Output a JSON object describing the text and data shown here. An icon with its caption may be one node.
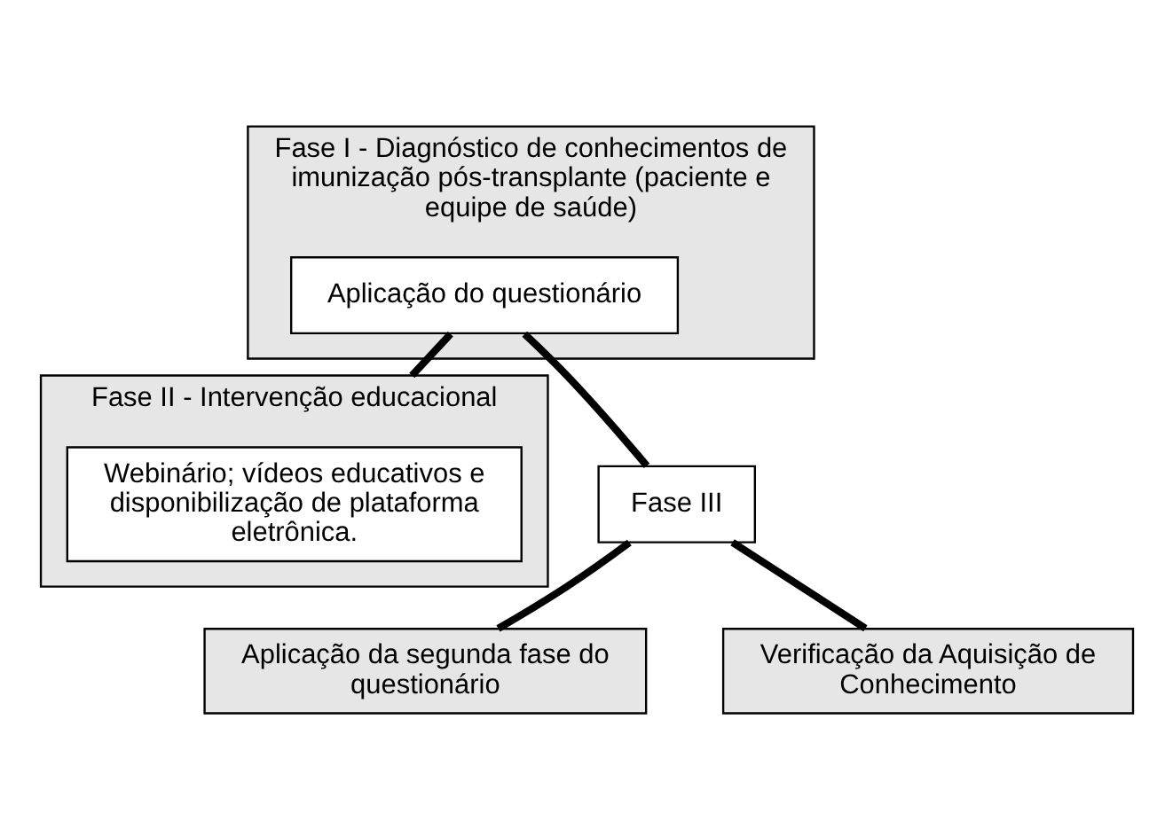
{
  "diagram": {
    "nodes": [
      {
        "text": [
          "Fase I - Diagnóstico de conhecimentos de imunização pós-transplante (paciente e equipe de saúde)"
        ]
      },
      {
        "text": [
          "Aplicação do questionário"
        ],
        "in": 0
      },
      {
        "text": [
          "Fase II - Intervenção educacional"
        ]
      },
      {
        "text": [
          "Webinário; vídeos educativos e disponibilização de plataforma eletrônica."
        ],
        "in": 2
      },
      {
        "text": [
          "Fase III"
        ]
      },
      {
        "text": [
          "Aplicação da segunda fase do questionário"
        ]
      },
      {
        "text": [
          "Verificação da Aquisição de Conhecimento"
        ]
      }
    ],
    "edges": [
      {
        "from": 1,
        "to": 2,
        "arrow": "none"
      },
      {
        "from": 1,
        "to": 4,
        "arrow": "none"
      },
      {
        "from": 4,
        "to": 5,
        "arrow": "none"
      },
      {
        "from": 4,
        "to": 6,
        "arrow": "none"
      }
    ]
  }
}
